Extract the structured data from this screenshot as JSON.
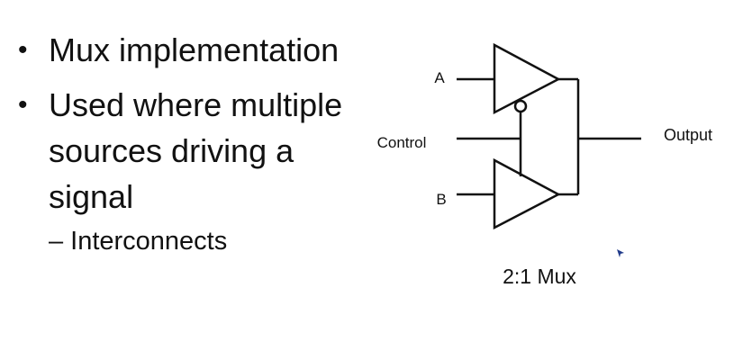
{
  "slide": {
    "bullets": [
      {
        "text": "Mux implementation"
      },
      {
        "text": "Used where multiple sources driving a signal"
      }
    ],
    "sub_bullet": "Interconnects"
  },
  "diagram": {
    "labels": {
      "input_a": "A",
      "input_b": "B",
      "control": "Control",
      "output": "Output"
    },
    "caption": "2:1 Mux"
  }
}
